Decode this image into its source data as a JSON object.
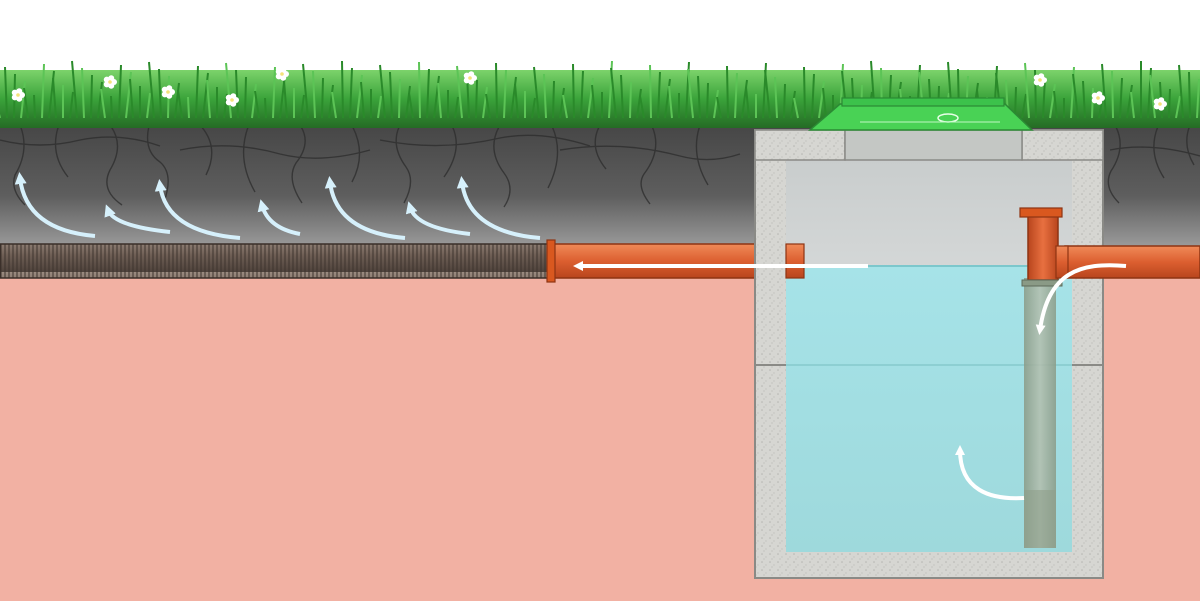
{
  "diagram": {
    "type": "septic-tank-cross-section",
    "components": [
      "grass-surface",
      "topsoil-layer",
      "clay-subsoil",
      "concrete-tank",
      "green-lid",
      "inlet-pipe",
      "vertical-riser-pipe",
      "outlet-pipe",
      "perforated-drain-pipe",
      "wastewater",
      "flow-arrows",
      "seepage-arrows"
    ],
    "colors": {
      "sky": "#ffffff",
      "grass": "#3fa83a",
      "grass_dark": "#2a7a2a",
      "topsoil": "#565656",
      "subsoil": "#f2b1a3",
      "concrete": "#d3d3d0",
      "water": "#a9e3e6",
      "pipe_orange": "#e0693c",
      "drain_pipe": "#7b6a60",
      "lid_green": "#49d255",
      "arrow": "#ffffff",
      "seepage_arrow": "#d6f0fb"
    }
  }
}
